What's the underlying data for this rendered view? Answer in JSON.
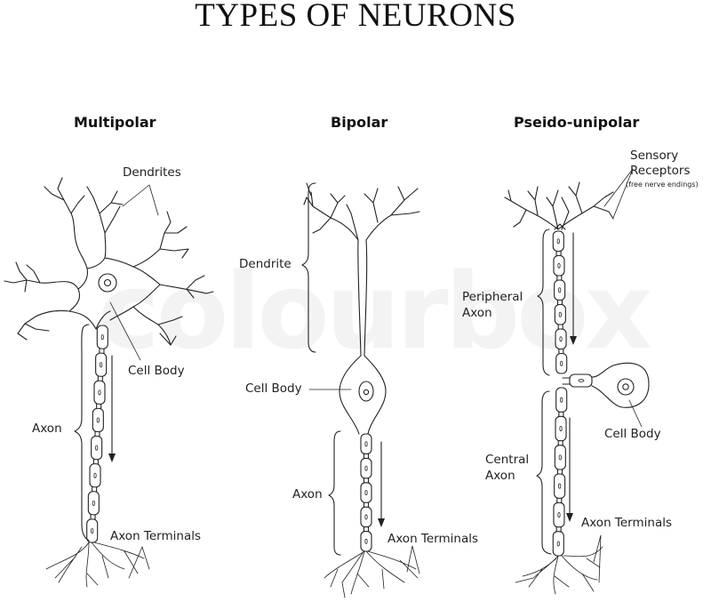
{
  "title": "TYPES OF NEURONS",
  "watermark": "colourbox",
  "neurons": [
    {
      "heading": "Multipolar",
      "labels": {
        "dendrites": "Dendrites",
        "cell_body": "Cell Body",
        "axon": "Axon",
        "axon_terminals": "Axon Terminals"
      },
      "myelin_segments": 8,
      "signal_direction": "down"
    },
    {
      "heading": "Bipolar",
      "labels": {
        "dendrite": "Dendrite",
        "cell_body": "Cell Body",
        "axon": "Axon",
        "axon_terminals": "Axon Terminals"
      },
      "myelin_segments": 5,
      "signal_direction": "down"
    },
    {
      "heading": "Pseido-unipolar",
      "labels": {
        "sensory_receptors_line1": "Sensory",
        "sensory_receptors_line2": "Receptors",
        "sensory_receptors_note": "(free nerve endings)",
        "peripheral_axon_line1": "Peripheral",
        "peripheral_axon_line2": "Axon",
        "cell_body": "Cell Body",
        "central_axon_line1": "Central",
        "central_axon_line2": "Axon",
        "axon_terminals": "Axon Terminals"
      },
      "peripheral_segments": 6,
      "central_segments": 6,
      "signal_direction": "down"
    }
  ]
}
